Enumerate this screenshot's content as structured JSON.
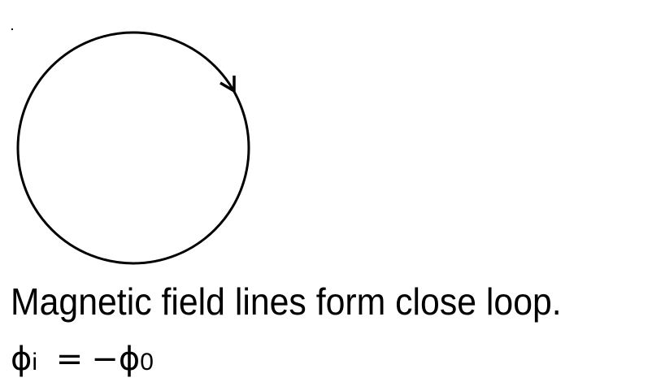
{
  "diagram": {
    "shape": "circle",
    "stroke_color": "#000000",
    "arrow_direction": "clockwise",
    "description": "closed magnetic field loop"
  },
  "caption": "Magnetic field lines form close loop.",
  "equation": {
    "lhs_symbol": "ϕ",
    "lhs_subscript": "i",
    "operator": "=",
    "rhs_sign": "−",
    "rhs_symbol": "ϕ",
    "rhs_subscript": "0"
  }
}
